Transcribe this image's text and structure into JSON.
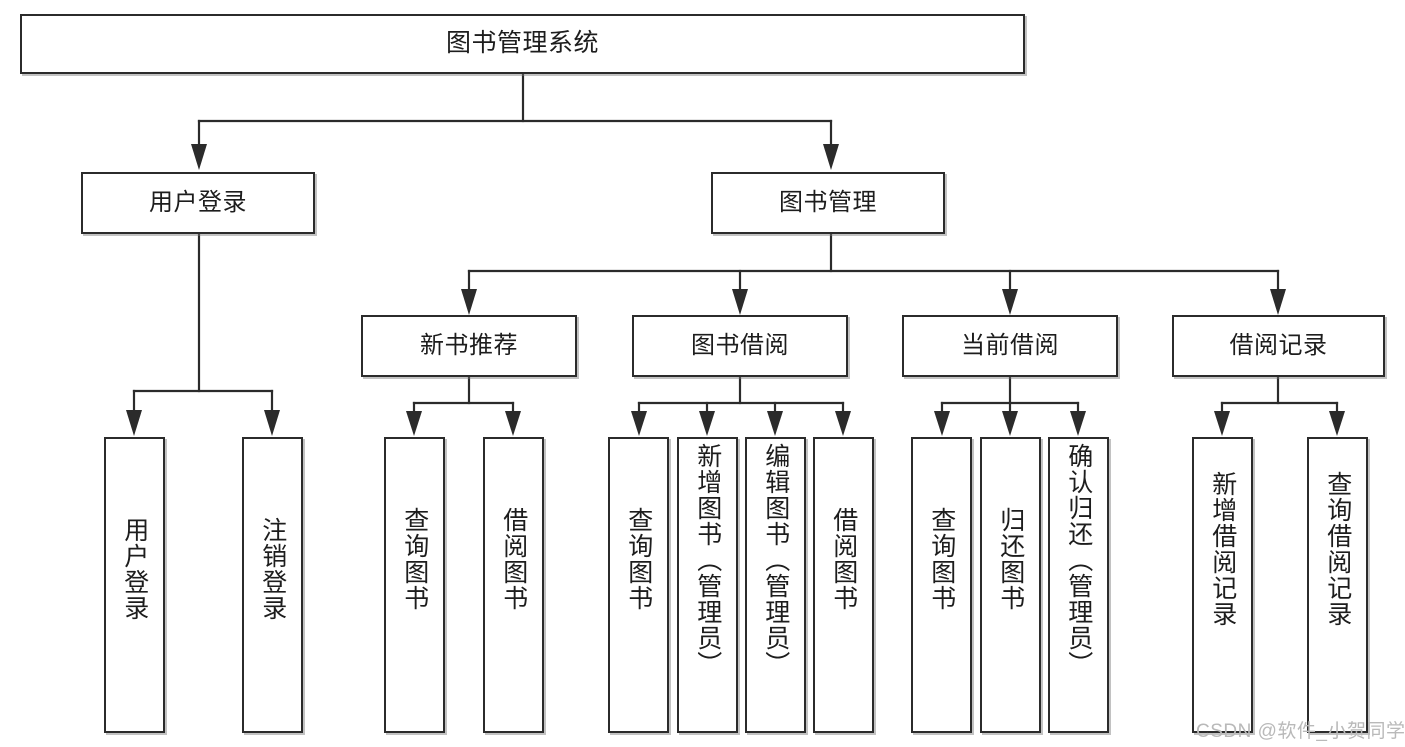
{
  "diagram": {
    "type": "tree-hierarchy-chart",
    "title": "图书管理系统",
    "orientation": "top-down",
    "colors": {
      "line": "#2b2b2b",
      "box_border": "#2b2b2b",
      "box_fill": "#ffffff",
      "text": "#1d1d1d",
      "watermark": "#b9b9b9"
    },
    "root": {
      "id": "root",
      "label": "图书管理系统",
      "text_direction": "horizontal"
    },
    "level2": [
      {
        "id": "user-login",
        "label": "用户登录",
        "text_direction": "horizontal"
      },
      {
        "id": "book-management",
        "label": "图书管理",
        "text_direction": "horizontal"
      }
    ],
    "level3": [
      {
        "id": "new-book-recommend",
        "label": "新书推荐",
        "parent": "book-management",
        "text_direction": "horizontal"
      },
      {
        "id": "book-borrow",
        "label": "图书借阅",
        "parent": "book-management",
        "text_direction": "horizontal"
      },
      {
        "id": "current-borrow",
        "label": "当前借阅",
        "parent": "book-management",
        "text_direction": "horizontal"
      },
      {
        "id": "borrow-record",
        "label": "借阅记录",
        "parent": "book-management",
        "text_direction": "horizontal"
      }
    ],
    "leaves": [
      {
        "id": "leaf-user-login",
        "label": "用户登录",
        "parent": "user-login",
        "text_direction": "vertical"
      },
      {
        "id": "leaf-logout-login",
        "label": "注销登录",
        "parent": "user-login",
        "text_direction": "vertical"
      },
      {
        "id": "leaf-query-book-recommend",
        "label": "查询图书",
        "parent": "new-book-recommend",
        "text_direction": "vertical"
      },
      {
        "id": "leaf-borrow-book-recommend",
        "label": "借阅图书",
        "parent": "new-book-recommend",
        "text_direction": "vertical"
      },
      {
        "id": "leaf-query-book-borrow",
        "label": "查询图书",
        "parent": "book-borrow",
        "text_direction": "vertical"
      },
      {
        "id": "leaf-add-book-admin",
        "label": "新增图书（管理员）",
        "parent": "book-borrow",
        "text_direction": "vertical"
      },
      {
        "id": "leaf-edit-book-admin",
        "label": "编辑图书（管理员）",
        "parent": "book-borrow",
        "text_direction": "vertical"
      },
      {
        "id": "leaf-borrow-book",
        "label": "借阅图书",
        "parent": "book-borrow",
        "text_direction": "vertical"
      },
      {
        "id": "leaf-query-book-current",
        "label": "查询图书",
        "parent": "current-borrow",
        "text_direction": "vertical"
      },
      {
        "id": "leaf-return-book",
        "label": "归还图书",
        "parent": "current-borrow",
        "text_direction": "vertical"
      },
      {
        "id": "leaf-confirm-return-admin",
        "label": "确认归还（管理员）",
        "parent": "current-borrow",
        "text_direction": "vertical"
      },
      {
        "id": "leaf-add-borrow-record",
        "label": "新增借阅记录",
        "parent": "borrow-record",
        "text_direction": "vertical"
      },
      {
        "id": "leaf-query-borrow-record",
        "label": "查询借阅记录",
        "parent": "borrow-record",
        "text_direction": "vertical"
      }
    ],
    "watermark": "CSDN @软件_小贺同学"
  }
}
